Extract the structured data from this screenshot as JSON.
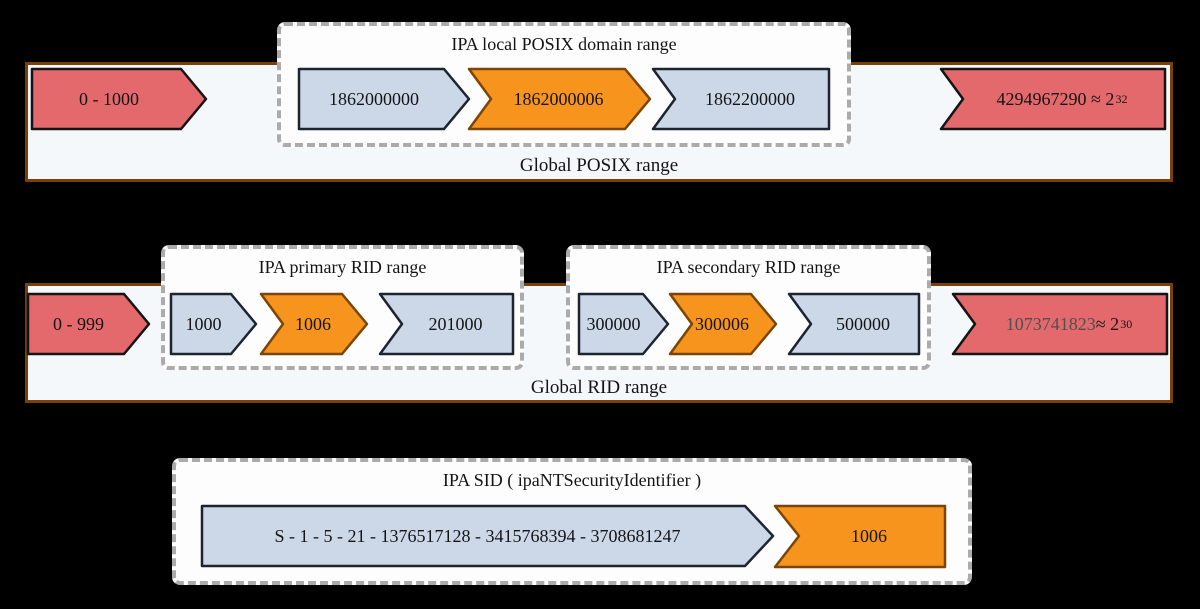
{
  "colors": {
    "red_fill": "#e3696d",
    "orange_fill": "#f7941d",
    "blue_fill": "#ccd8e8",
    "band_fill": "#f4f8fb",
    "band_border": "#7a4009",
    "dashed_border": "#ababab"
  },
  "posix": {
    "band_label": "Global POSIX range",
    "group_title": "IPA local POSIX domain range",
    "left_arrow": "0 - 1000",
    "arrows": [
      "1862000000",
      "1862000006",
      "1862200000"
    ],
    "right_value": "4294967290 ≈ 2",
    "right_exp": "32"
  },
  "rid": {
    "band_label": "Global RID range",
    "primary_title": "IPA primary RID range",
    "secondary_title": "IPA secondary RID range",
    "left_arrow": "0 - 999",
    "primary_arrows": [
      "1000",
      "1006",
      "201000"
    ],
    "secondary_arrows": [
      "300000",
      "300006",
      "500000"
    ],
    "right_value": "1073741823",
    "right_approx": " ≈ 2",
    "right_exp": "30"
  },
  "sid": {
    "title": "IPA SID ( ipaNTSecurityIdentifier )",
    "value": "S - 1 - 5 - 21 - 1376517128 - 3415768394 - 3708681247",
    "rid_value": "1006"
  }
}
